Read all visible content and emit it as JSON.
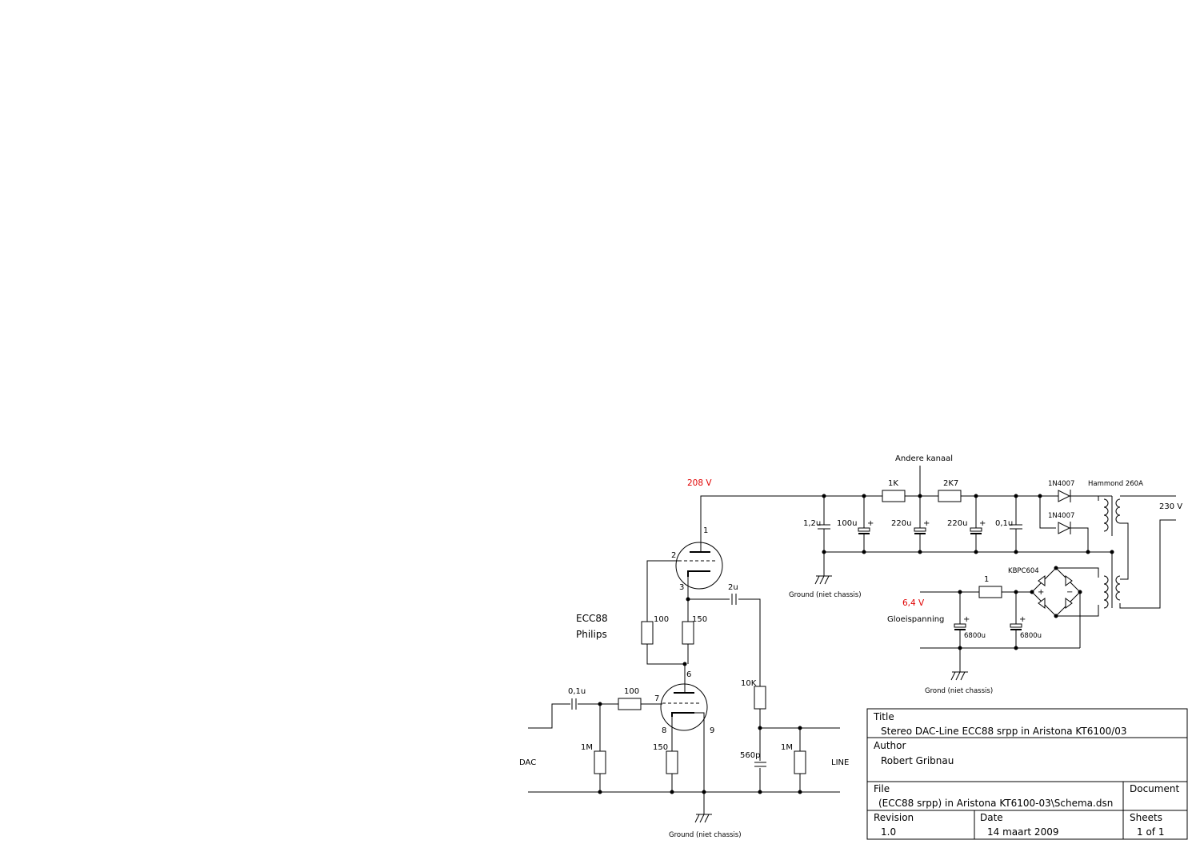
{
  "colors": {
    "wire": "#000000",
    "voltage_label": "#e00000",
    "background": "#ffffff"
  },
  "voltages": {
    "anode": "208 V",
    "heater": "6,4 V"
  },
  "tube": {
    "type": "ECC88",
    "brand": "Philips",
    "pins": {
      "p1": "1",
      "p2": "2",
      "p3": "3",
      "p6": "6",
      "p7": "7",
      "p8": "8",
      "p9": "9"
    }
  },
  "labels": {
    "other_channel": "Andere kanaal",
    "transformer": "Hammond 260A",
    "mains": "230 V",
    "heater_supply": "Gloeispanning",
    "bridge": "KBPC604",
    "dac": "DAC",
    "line": "LINE",
    "ground": "Ground (niet chassis)",
    "ground_heater": "Grond (niet chassis)"
  },
  "components": {
    "c_in": "0,1u",
    "r_grid_stop": "100",
    "r_grid_leak": "1M",
    "r_cathode_lower": "150",
    "r_upper_a": "100",
    "r_upper_b": "150",
    "c_out": "2u",
    "r_out": "10K",
    "c_out_shunt": "560p",
    "r_out_load": "1M",
    "c_ps1": "1,2u",
    "c_ps2": "100u",
    "r_ps1": "1K",
    "c_ps3": "220u",
    "r_ps2": "2K7",
    "c_ps4": "220u",
    "c_ps5": "0,1u",
    "d1": "1N4007",
    "d2": "1N4007",
    "r_heat": "1",
    "c_heat1": "6800u",
    "c_heat2": "6800u"
  },
  "titleblock": {
    "title_label": "Title",
    "title": "Stereo DAC-Line ECC88 srpp in Aristona KT6100/03",
    "author_label": "Author",
    "author": "Robert Gribnau",
    "file_label": "File",
    "file": "(ECC88 srpp) in Aristona KT6100-03\\Schema.dsn",
    "document_label": "Document",
    "revision_label": "Revision",
    "revision": "1.0",
    "date_label": "Date",
    "date": "14 maart 2009",
    "sheets_label": "Sheets",
    "sheets": "1 of 1"
  }
}
